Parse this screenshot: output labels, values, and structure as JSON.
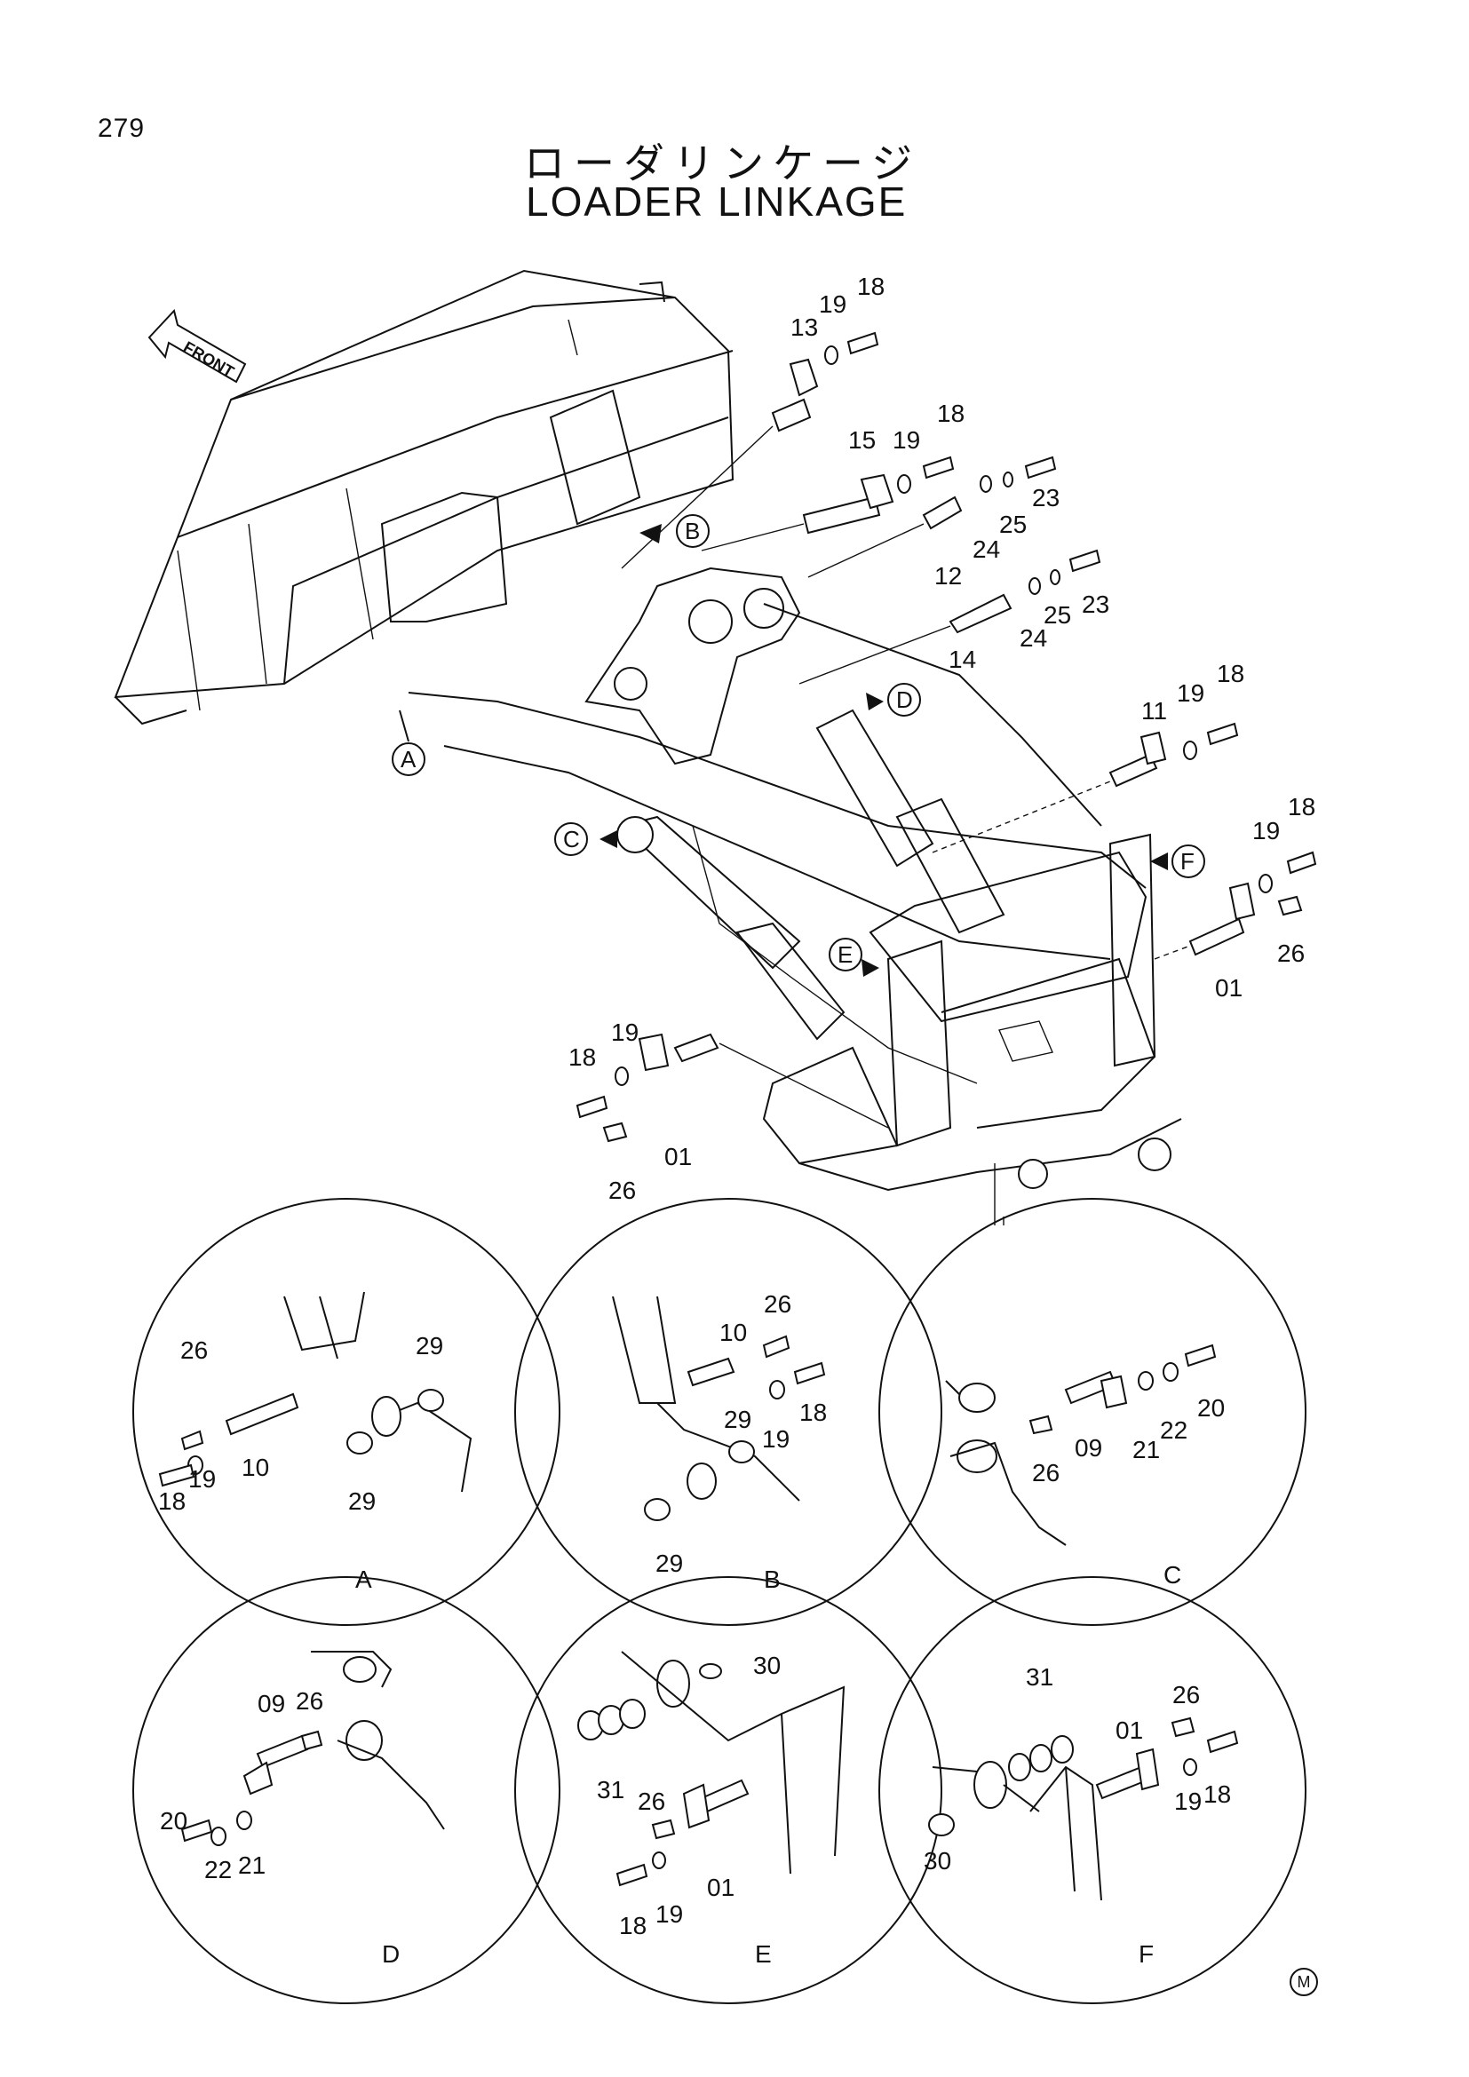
{
  "page": {
    "number": "279",
    "title_jp": "ローダリンケージ",
    "title_en": "LOADER LINKAGE",
    "front_label": "FRONT",
    "mark": "M"
  },
  "main_labels": [
    "13",
    "19",
    "18",
    "15",
    "19",
    "18",
    "23",
    "25",
    "24",
    "12",
    "23",
    "25",
    "24",
    "14",
    "11",
    "19",
    "18",
    "19",
    "18",
    "26",
    "01",
    "18",
    "19",
    "01",
    "26"
  ],
  "callouts": [
    "A",
    "B",
    "C",
    "D",
    "E",
    "F"
  ],
  "details": [
    {
      "letter": "A",
      "labels": [
        "26",
        "29",
        "18",
        "19",
        "10",
        "29"
      ]
    },
    {
      "letter": "B",
      "labels": [
        "26",
        "10",
        "18",
        "29",
        "19",
        "29"
      ]
    },
    {
      "letter": "C",
      "labels": [
        "09",
        "21",
        "22",
        "20",
        "26"
      ]
    },
    {
      "letter": "D",
      "labels": [
        "09",
        "26",
        "20",
        "22",
        "21"
      ]
    },
    {
      "letter": "E",
      "labels": [
        "30",
        "31",
        "26",
        "18",
        "19",
        "01"
      ]
    },
    {
      "letter": "F",
      "labels": [
        "31",
        "26",
        "01",
        "30",
        "19",
        "18"
      ]
    }
  ]
}
